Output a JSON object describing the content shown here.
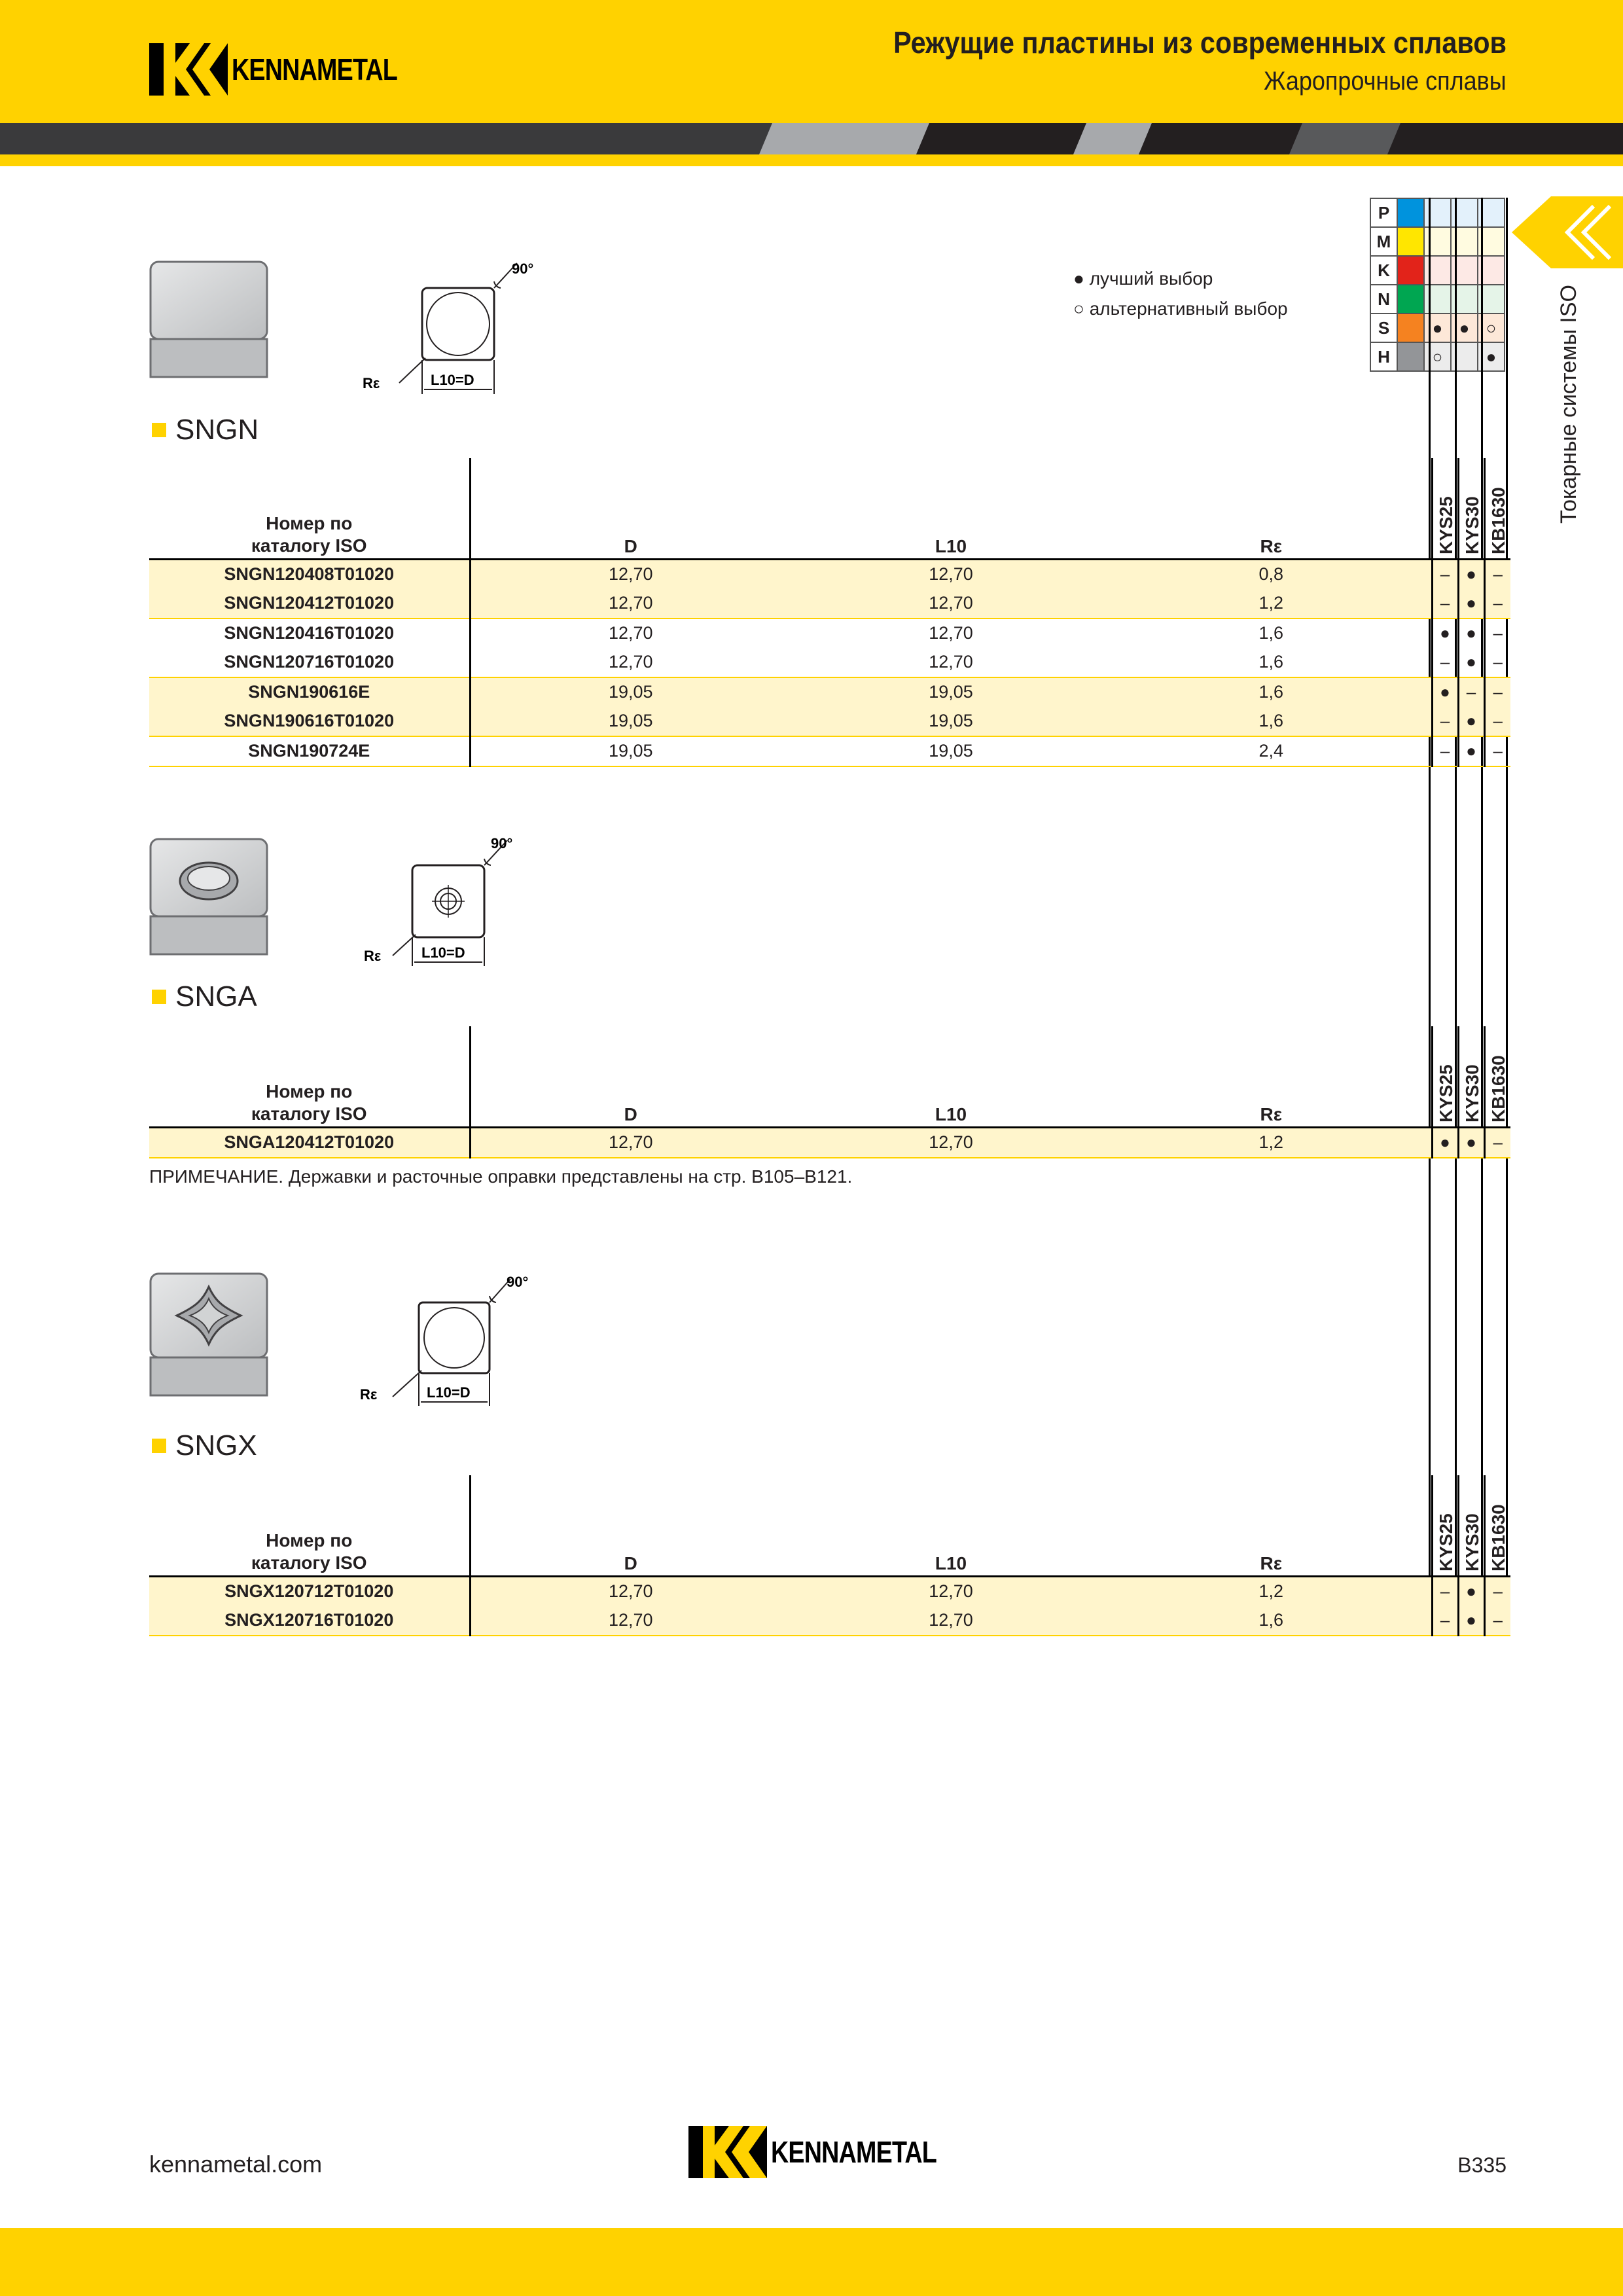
{
  "header": {
    "brand": "KENNAMETAL",
    "title": "Режущие пластины из современных сплавов",
    "subtitle": "Жаропрочные сплавы"
  },
  "side_tab": {
    "label": "Токарные системы ISO"
  },
  "legend": {
    "best": "лучший выбор",
    "alternative": "альтернативный выбор"
  },
  "material_groups": {
    "rows": [
      {
        "code": "P",
        "color": "#0093dd",
        "marks": [
          "",
          "",
          ""
        ]
      },
      {
        "code": "M",
        "color": "#ffe600",
        "marks": [
          "",
          "",
          ""
        ]
      },
      {
        "code": "K",
        "color": "#e2231a",
        "marks": [
          "",
          "",
          ""
        ]
      },
      {
        "code": "N",
        "color": "#00a651",
        "marks": [
          "",
          "",
          ""
        ]
      },
      {
        "code": "S",
        "color": "#f58220",
        "marks": [
          "●",
          "●",
          "○"
        ]
      },
      {
        "code": "H",
        "color": "#939598",
        "marks": [
          "○",
          "",
          "●"
        ]
      }
    ],
    "tint_colors": [
      "#e3f1fb",
      "#fffbe0",
      "#fde9e5",
      "#e5f4e8",
      "#fde8d8",
      "#ececec"
    ]
  },
  "columns": {
    "catalog": [
      "Номер по",
      "каталогу ISO"
    ],
    "d": "D",
    "l10": "L10",
    "re": "Rε",
    "grades": [
      "KYS25",
      "KYS30",
      "KB1630"
    ]
  },
  "diagram_labels": {
    "angle": "90°",
    "re": "Rε",
    "dim": "L10=D"
  },
  "sections": [
    {
      "name": "SNGN",
      "rows": [
        {
          "catalog": "SNGN120408T01020",
          "d": "12,70",
          "l10": "12,70",
          "re": "0,8",
          "g": [
            "–",
            "●",
            "–"
          ],
          "shade": true
        },
        {
          "catalog": "SNGN120412T01020",
          "d": "12,70",
          "l10": "12,70",
          "re": "1,2",
          "g": [
            "–",
            "●",
            "–"
          ],
          "shade": true
        },
        {
          "catalog": "SNGN120416T01020",
          "d": "12,70",
          "l10": "12,70",
          "re": "1,6",
          "g": [
            "●",
            "●",
            "–"
          ],
          "shade": false
        },
        {
          "catalog": "SNGN120716T01020",
          "d": "12,70",
          "l10": "12,70",
          "re": "1,6",
          "g": [
            "–",
            "●",
            "–"
          ],
          "shade": false
        },
        {
          "catalog": "SNGN190616E",
          "d": "19,05",
          "l10": "19,05",
          "re": "1,6",
          "g": [
            "●",
            "–",
            "–"
          ],
          "shade": true
        },
        {
          "catalog": "SNGN190616T01020",
          "d": "19,05",
          "l10": "19,05",
          "re": "1,6",
          "g": [
            "–",
            "●",
            "–"
          ],
          "shade": true
        },
        {
          "catalog": "SNGN190724E",
          "d": "19,05",
          "l10": "19,05",
          "re": "2,4",
          "g": [
            "–",
            "●",
            "–"
          ],
          "shade": false
        }
      ]
    },
    {
      "name": "SNGA",
      "rows": [
        {
          "catalog": "SNGA120412T01020",
          "d": "12,70",
          "l10": "12,70",
          "re": "1,2",
          "g": [
            "●",
            "●",
            "–"
          ],
          "shade": true
        }
      ]
    },
    {
      "name": "SNGX",
      "rows": [
        {
          "catalog": "SNGX120712T01020",
          "d": "12,70",
          "l10": "12,70",
          "re": "1,2",
          "g": [
            "–",
            "●",
            "–"
          ],
          "shade": true
        },
        {
          "catalog": "SNGX120716T01020",
          "d": "12,70",
          "l10": "12,70",
          "re": "1,6",
          "g": [
            "–",
            "●",
            "–"
          ],
          "shade": true
        }
      ]
    }
  ],
  "note": "ПРИМЕЧАНИЕ. Державки и расточные оправки представлены на стр. B105–B121.",
  "footer": {
    "site": "kennametal.com",
    "page": "B335"
  }
}
